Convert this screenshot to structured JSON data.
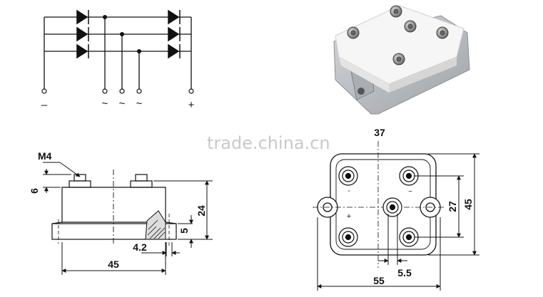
{
  "schematic": {
    "terminals": [
      "–",
      "~",
      "~",
      "~",
      "+"
    ]
  },
  "watermark": "trade.china.cn",
  "side_view": {
    "thread_label": "M4",
    "dims": {
      "stud_height": "6",
      "total_height": "24",
      "flange_height": "5",
      "hole_diameter": "4.2",
      "length": "45"
    }
  },
  "top_view": {
    "top_label": "37",
    "marks": {
      "minus": "-",
      "plus": "+",
      "tilde": "~"
    },
    "dims": {
      "pin_spacing": "27",
      "height": "45",
      "hole_dia": "5.5",
      "width": "55"
    }
  },
  "colors": {
    "line": "#111111",
    "case_white": "#f4f4f4",
    "case_grey": "#b8bcc0"
  }
}
